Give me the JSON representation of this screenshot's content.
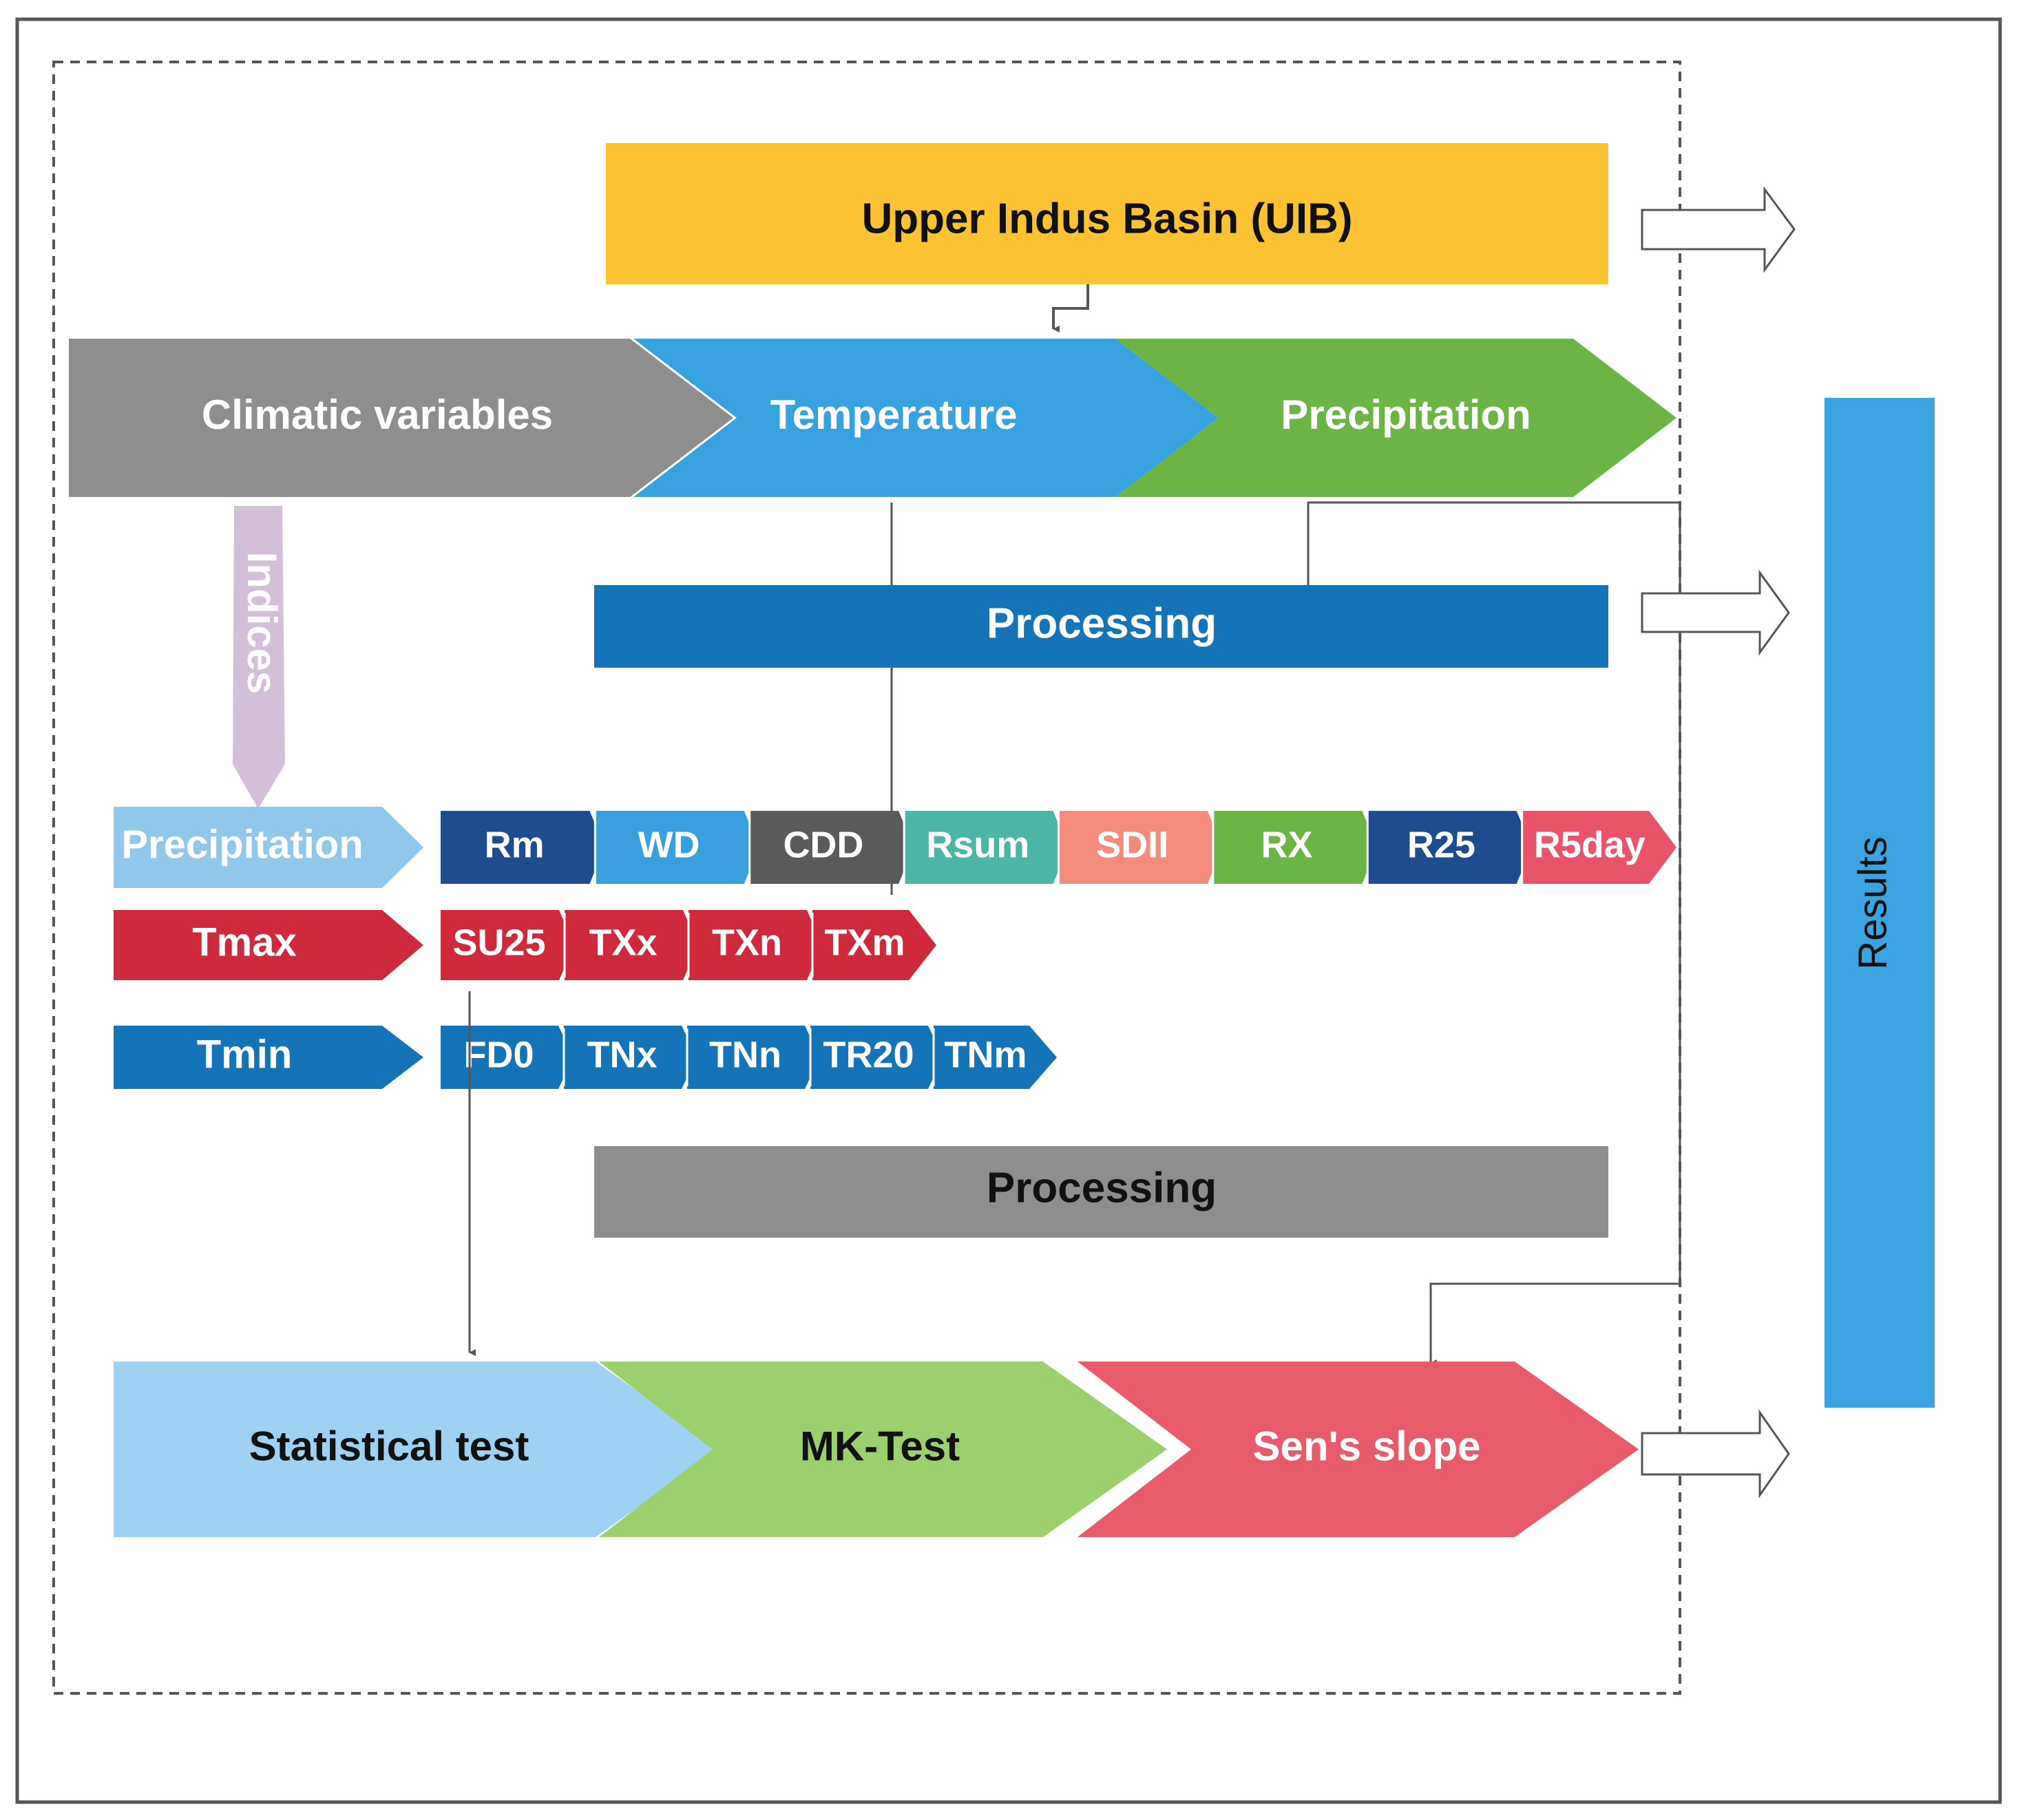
{
  "title_box": {
    "label": "Upper Indus Basin (UIB)",
    "color": "#FBC334"
  },
  "main_flow": [
    {
      "label": "Climatic variables",
      "color": "#8E8E8E"
    },
    {
      "label": "Temperature",
      "color": "#38A2DF"
    },
    {
      "label": "Precipitation",
      "color": "#6CB445"
    }
  ],
  "indices_label": "Indices",
  "processing_top": {
    "label": "Processing",
    "color": "#1574B8"
  },
  "rows": [
    {
      "label": "Precipitation",
      "color": "#91C7EA",
      "items": [
        {
          "label": "Rm",
          "color": "#1E4C8F"
        },
        {
          "label": "WD",
          "color": "#3A9FDC"
        },
        {
          "label": "CDD",
          "color": "#5A5A5A"
        },
        {
          "label": "Rsum",
          "color": "#4CB5A6"
        },
        {
          "label": "SDII",
          "color": "#F48C7E"
        },
        {
          "label": "RX",
          "color": "#6CB445"
        },
        {
          "label": "R25",
          "color": "#1E4C8F"
        },
        {
          "label": "R5day",
          "color": "#E8546A"
        }
      ]
    },
    {
      "label": "Tmax",
      "color": "#CF2A3B",
      "items": [
        {
          "label": "SU25",
          "color": "#CF2A3B"
        },
        {
          "label": "TXx",
          "color": "#CF2A3B"
        },
        {
          "label": "TXn",
          "color": "#CF2A3B"
        },
        {
          "label": "TXm",
          "color": "#CF2A3B"
        }
      ]
    },
    {
      "label": "Tmin",
      "color": "#1574B8",
      "items": [
        {
          "label": "FD0",
          "color": "#1574B8"
        },
        {
          "label": "TNx",
          "color": "#1574B8"
        },
        {
          "label": "TNn",
          "color": "#1574B8"
        },
        {
          "label": "TR20",
          "color": "#1574B8"
        },
        {
          "label": "TNm",
          "color": "#1574B8"
        }
      ]
    }
  ],
  "processing_bottom": {
    "label": "Processing",
    "color": "#8E8E8E"
  },
  "stat_flow": [
    {
      "label": "Statistical test",
      "color": "#9FD1F2"
    },
    {
      "label": "MK-Test",
      "color": "#9CD06E"
    },
    {
      "label": "Sen's slope",
      "color": "#E85B6A"
    }
  ],
  "results": {
    "label": "Results",
    "color": "#3BA3DF"
  }
}
